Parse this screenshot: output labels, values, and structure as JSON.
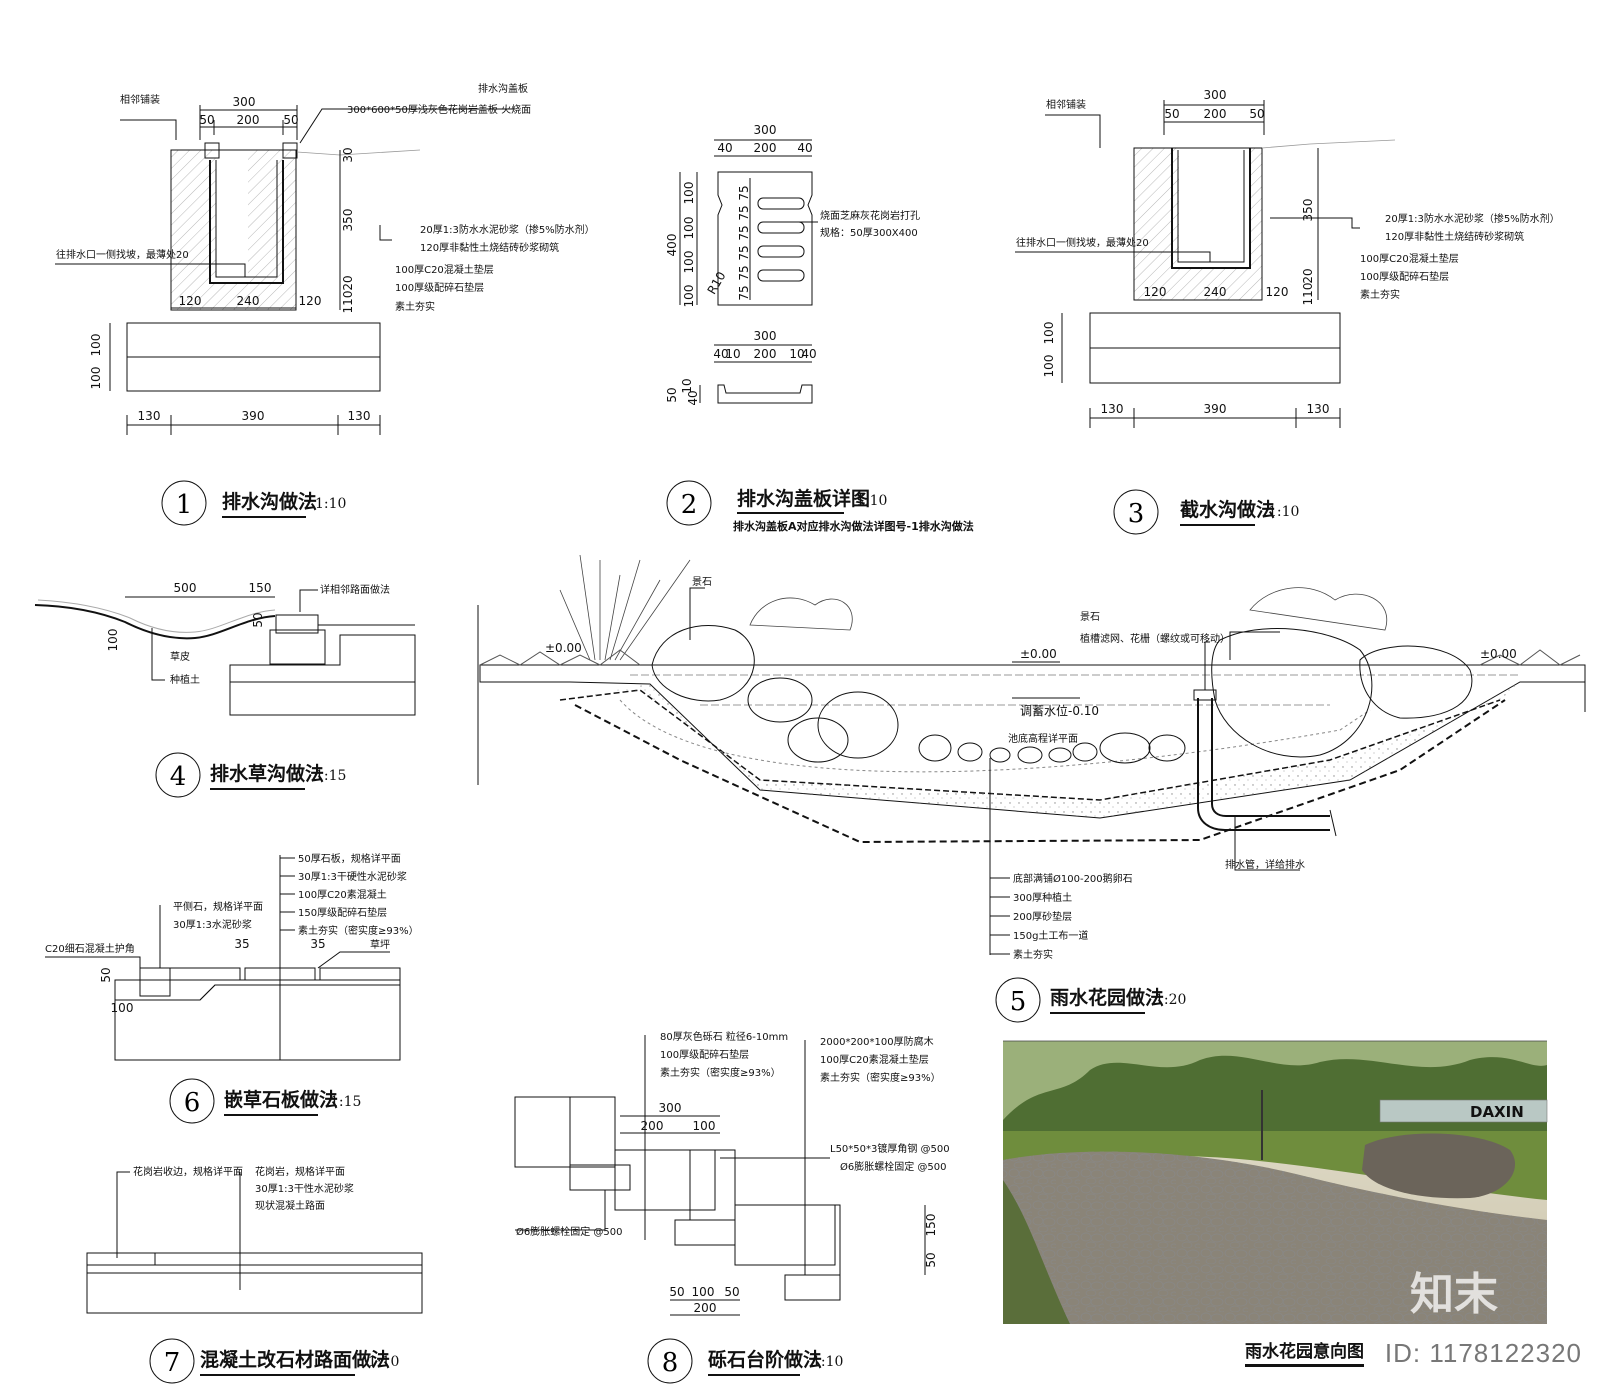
{
  "drawings": [
    {
      "num": "1",
      "title": "排水沟做法",
      "scale": "1:10"
    },
    {
      "num": "2",
      "title": "排水沟盖板详图",
      "scale": "1:10",
      "subtitle": "排水沟盖板A对应排水沟做法详图号-1排水沟做法"
    },
    {
      "num": "3",
      "title": "截水沟做法",
      "scale": "1:10"
    },
    {
      "num": "4",
      "title": "排水草沟做法",
      "scale": "1:15"
    },
    {
      "num": "5",
      "title": "雨水花园做法",
      "scale": "1:20"
    },
    {
      "num": "6",
      "title": "嵌草石板做法",
      "scale": "1:15"
    },
    {
      "num": "7",
      "title": "混凝土改石材路面做法",
      "scale": "1:10"
    },
    {
      "num": "8",
      "title": "砾石台阶做法",
      "scale": "1:10"
    }
  ],
  "d1": {
    "label_top_left": "相邻铺装",
    "cover_title": "排水沟盖板",
    "cover_spec": "300*600*50厚浅灰色花岗岩盖板 火烧面",
    "dims_top": [
      "300",
      "50",
      "200",
      "50"
    ],
    "dims_mid": [
      "120",
      "240",
      "120"
    ],
    "dims_bottom": [
      "130",
      "390",
      "130"
    ],
    "dims_right": [
      "30",
      "350",
      "20",
      "110"
    ],
    "dims_left": [
      "100",
      "100"
    ],
    "layers": [
      "20厚1:3防水水泥砂浆（掺5%防水剂）",
      "120厚非黏性土烧结砖砂浆砌筑",
      "100厚C20混凝土垫层",
      "100厚级配碎石垫层",
      "素土夯实"
    ],
    "slope_note": "往排水口一侧找坡，最薄处20"
  },
  "d2": {
    "dims_top": [
      "300",
      "40",
      "200",
      "40"
    ],
    "dims_left": [
      "400",
      "100",
      "100",
      "100",
      "100"
    ],
    "dims_inner": [
      "75",
      "75",
      "75",
      "75",
      "75",
      "75"
    ],
    "dim_r": "R10",
    "note1": "烧面芝麻灰花岗岩打孔",
    "note2": "规格：50厚300X400",
    "dims_section_top": [
      "300",
      "40",
      "10",
      "200",
      "10",
      "40"
    ],
    "dims_section_left": [
      "50",
      "10",
      "40"
    ]
  },
  "d3": {
    "label_top_left": "相邻铺装",
    "dims_top": [
      "300",
      "50",
      "200",
      "50"
    ],
    "dims_mid": [
      "120",
      "240",
      "120"
    ],
    "dims_bottom": [
      "130",
      "390",
      "130"
    ],
    "dims_right": [
      "350",
      "20",
      "110"
    ],
    "dims_left": [
      "100",
      "100"
    ],
    "layers": [
      "20厚1:3防水水泥砂浆（掺5%防水剂）",
      "120厚非黏性土烧结砖砂浆砌筑",
      "100厚C20混凝土垫层",
      "100厚级配碎石垫层",
      "素土夯实"
    ],
    "slope_note": "往排水口一侧找坡，最薄处20"
  },
  "d4": {
    "dims": [
      "500",
      "150",
      "100",
      "50"
    ],
    "notes": [
      "详相邻路面做法",
      "草皮",
      "种植土"
    ]
  },
  "d5": {
    "levels": [
      "±0.00",
      "±0.00",
      "±0.00"
    ],
    "water_level": "调蓄水位-0.10",
    "bottom_note": "池底高程详平面",
    "stone1": "景石",
    "stone2": "景石",
    "grate": "植槽滤网、花栅（螺纹或可移动）",
    "pipe": "排水管，详给排水",
    "layers": [
      "底部满铺Ø100-200鹅卵石",
      "300厚种植土",
      "200厚砂垫层",
      "150g土工布一道",
      "素土夯实"
    ]
  },
  "d6": {
    "layers": [
      "50厚石板，规格详平面",
      "30厚1:3干硬性水泥砂浆",
      "100厚C20素混凝土",
      "150厚级配碎石垫层",
      "素土夯实（密实度≥93%）"
    ],
    "left_notes": [
      "平侧石，规格详平面",
      "30厚1:3水泥砂浆"
    ],
    "corner": "C20细石混凝土护角",
    "grass": "草坪",
    "dims": [
      "35",
      "35",
      "50",
      "100"
    ]
  },
  "d7": {
    "notes": [
      "花岗岩收边，规格详平面",
      "花岗岩，规格详平面",
      "30厚1:3干性水泥砂浆",
      "现状混凝土路面"
    ]
  },
  "d8": {
    "layers_left": [
      "80厚灰色砾石  粒径6-10mm",
      "100厚级配碎石垫层",
      "素土夯实（密实度≥93%）"
    ],
    "layers_right": [
      "2000*200*100厚防腐木",
      "100厚C20素混凝土垫层",
      "素土夯实（密实度≥93%）"
    ],
    "angle": "L50*50*3镀厚角钢 @500",
    "bolt_r": "Ø6膨胀螺栓固定 @500",
    "bolt_l": "Ø6膨胀螺栓固定 @500",
    "dims_top": [
      "300",
      "200",
      "100"
    ],
    "dims_bottom": [
      "50",
      "100",
      "50",
      "200"
    ],
    "dims_right": [
      "150",
      "50"
    ]
  },
  "photo": {
    "caption": "雨水花园意向图",
    "sign": "DAXIN",
    "id": "ID: 1178122320",
    "brand": "知末"
  }
}
